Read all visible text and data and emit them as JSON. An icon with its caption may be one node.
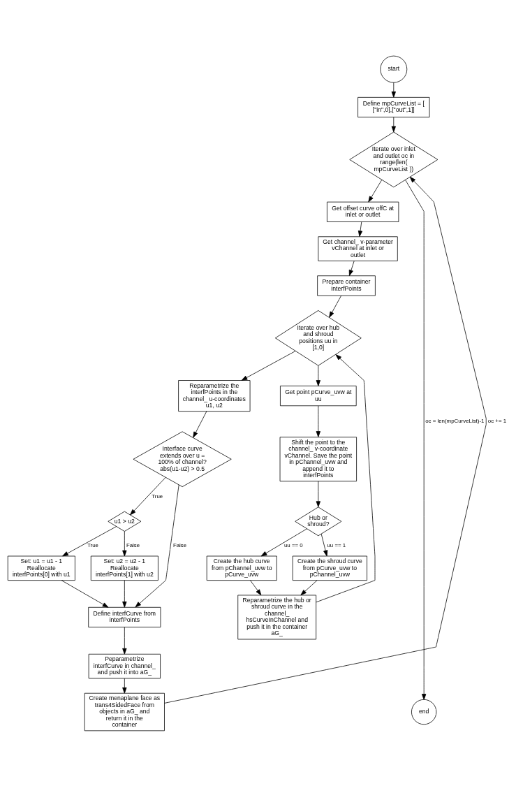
{
  "diagram": {
    "nodes": [
      {
        "text": [
          "start"
        ]
      },
      {
        "text": [
          "Define mpCurveList = [ [\"in\",0],[\"out\",1]]"
        ]
      },
      {
        "text": [
          "Iterate over inlet and outlet oc in range(len( mpCurveList ))"
        ]
      },
      {
        "text": [
          "Get offset curve offC at inlet or outlet"
        ]
      },
      {
        "text": [
          "Get channel_ v-parameter vChannel at inlet or outlet"
        ]
      },
      {
        "text": [
          "Prepare container interfPoints"
        ]
      },
      {
        "text": [
          "Iterate over hub and shroud positions uu in [1,0]"
        ]
      },
      {
        "text": [
          "Reparametrize the interfPoints in the channel_ u-coordinates u1, u2"
        ]
      },
      {
        "text": [
          "Get point pCurve_uvw at uu"
        ]
      },
      {
        "text": [
          "Shift the point to the channel_ v-coordinate vChannel. Save the point in pChannel_uvw and append it to interfPoints"
        ]
      },
      {
        "text": [
          "Interface curve extends over u = 100% of channel? abs(u1-u2) > 0.5"
        ]
      },
      {
        "text": [
          "Hub or shroud?"
        ]
      },
      {
        "text": [
          "Create the hub curve from pChannel_uvw to pCurve_uvw"
        ]
      },
      {
        "text": [
          "Create the shroud curve from pCurve_uvw to pChannel_uvw"
        ]
      },
      {
        "text": [
          "u1 > u2"
        ]
      },
      {
        "text": [
          "Set: u1 = u1 - 1 Reallocate interfPoints[0] with u1"
        ]
      },
      {
        "text": [
          "Set: u2 = u2 - 1 Reallocate interfPoints[1] with u2"
        ]
      },
      {
        "text": [
          "Reparametrize the hub or shroud curve in the channel_ hsCurveInChannel and push it in the container aG_"
        ]
      },
      {
        "text": [
          "Define interfCurve from interfPoints"
        ]
      },
      {
        "text": [
          "Peparametrize interfCurve in channel_ and push it into aG_"
        ]
      },
      {
        "text": [
          "Create menaplane face as trans4SidedFace from objects in aG_ and return it in the container"
        ]
      },
      {
        "text": [
          "end"
        ]
      }
    ],
    "edges": [
      {
        "from": 0,
        "to": 1,
        "arrow": "to"
      },
      {
        "from": 1,
        "to": 2,
        "arrow": "to"
      },
      {
        "from": 2,
        "to": 3,
        "arrow": "to"
      },
      {
        "from": 3,
        "to": 4,
        "arrow": "to"
      },
      {
        "from": 4,
        "to": 5,
        "arrow": "to"
      },
      {
        "from": 5,
        "to": 6,
        "arrow": "to"
      },
      {
        "from": 6,
        "to": 7,
        "arrow": "to"
      },
      {
        "from": 6,
        "to": 8,
        "arrow": "to"
      },
      {
        "from": 7,
        "to": 10,
        "arrow": "to"
      },
      {
        "from": 8,
        "to": 9,
        "arrow": "to"
      },
      {
        "from": 9,
        "to": 11,
        "arrow": "to"
      },
      {
        "from": 10,
        "to": 14,
        "arrow": "to",
        "label": "True"
      },
      {
        "from": 10,
        "to": 18,
        "arrow": "to",
        "label": "False"
      },
      {
        "from": 11,
        "to": 12,
        "arrow": "to",
        "label": "uu == 0"
      },
      {
        "from": 11,
        "to": 13,
        "arrow": "to",
        "label": "uu == 1"
      },
      {
        "from": 14,
        "to": 15,
        "arrow": "to",
        "label": "True"
      },
      {
        "from": 14,
        "to": 16,
        "arrow": "to",
        "label": "False"
      },
      {
        "from": 12,
        "to": 17,
        "arrow": "to"
      },
      {
        "from": 13,
        "to": 17,
        "arrow": "to"
      },
      {
        "from": 17,
        "to": 6,
        "arrow": "to"
      },
      {
        "from": 15,
        "to": 18,
        "arrow": "to"
      },
      {
        "from": 16,
        "to": 18,
        "arrow": "to"
      },
      {
        "from": 18,
        "to": 19,
        "arrow": "to"
      },
      {
        "from": 19,
        "to": 20,
        "arrow": "to"
      },
      {
        "from": 20,
        "to": 2,
        "arrow": "to",
        "label": "oc += 1"
      },
      {
        "from": 2,
        "to": 21,
        "arrow": "to",
        "label": "oc = len(mpCurveList)-1"
      }
    ]
  }
}
